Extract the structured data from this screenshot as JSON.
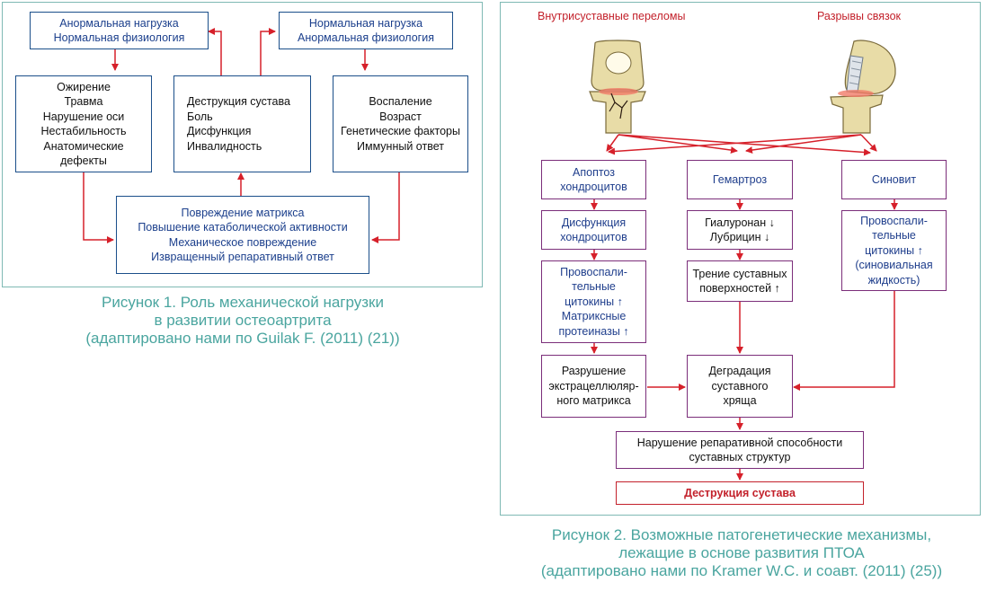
{
  "fig1": {
    "top_left": [
      "Анормальная нагрузка",
      "Нормальная физиология"
    ],
    "top_right": [
      "Нормальная нагрузка",
      "Анормальная физиология"
    ],
    "left": [
      "Ожирение",
      "Травма",
      "Нарушение оси",
      "Нестабильность",
      "Анатомические",
      "дефекты"
    ],
    "center": [
      "Деструкция сустава",
      "Боль",
      "Дисфункция",
      "Инвалидность"
    ],
    "right": [
      "Воспаление",
      "Возраст",
      "Генетические факторы",
      "Иммунный ответ"
    ],
    "bottom": [
      "Повреждение матрикса",
      "Повышение катаболической активности",
      "Механическое повреждение",
      "Извращенный репаративный ответ"
    ],
    "caption": [
      "Рисунок 1.  Роль механической нагрузки",
      "в развитии остеоартрита",
      "(адаптировано нами по Guilak F. (2011) (21))"
    ]
  },
  "fig2": {
    "label_fractures": "Внутрисуставные переломы",
    "label_ruptures": "Разрывы связок",
    "apoptosis": [
      "Апоптоз",
      "хондроцитов"
    ],
    "hemarthrosis": [
      "Гемартроз"
    ],
    "synovitis": [
      "Синовит"
    ],
    "dysfunction": [
      "Дисфункция",
      "хондроцитов"
    ],
    "hyaluronan": [
      "Гиалуронан ↓",
      "Лубрицин ↓"
    ],
    "cytokines_syn": [
      "Провоспали-",
      "тельные",
      "цитокины ↑",
      "(синовиальная",
      "жидкость)"
    ],
    "cytokines": [
      "Провоспали-",
      "тельные",
      "цитокины ↑",
      "Матриксные",
      "протеиназы ↑"
    ],
    "friction": [
      "Трение суставных",
      "поверхностей ↑"
    ],
    "ecm": [
      "Разрушение",
      "экстрацеллюляр-",
      "ного матрикса"
    ],
    "degradation": [
      "Деградация",
      "суставного",
      "хряща"
    ],
    "repair": [
      "Нарушение репаративной способности",
      "суставных структур"
    ],
    "destruction": [
      "Деструкция сустава"
    ],
    "caption": [
      "Рисунок 2.  Возможные патогенетические механизмы,",
      "лежащие в основе развития ПТОА",
      "(адаптировано нами по Kramer W.C. и соавт. (2011) (25))"
    ]
  }
}
